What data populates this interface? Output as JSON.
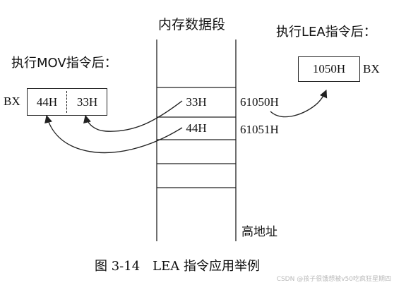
{
  "memory": {
    "title": "内存数据段",
    "cells": [
      "",
      "33H",
      "44H",
      "",
      "",
      ""
    ],
    "addresses": [
      "61050H",
      "61051H"
    ],
    "high_address_label": "高地址"
  },
  "mov": {
    "label": "执行MOV指令后：",
    "register_name": "BX",
    "high_byte": "44H",
    "low_byte": "33H"
  },
  "lea": {
    "label": "执行LEA指令后：",
    "value": "1050H",
    "register_name": "BX"
  },
  "caption": "图 3-14　LEA 指令应用举例",
  "watermark": "CSDN @孩子很饿想被v50吃疯狂星期四"
}
